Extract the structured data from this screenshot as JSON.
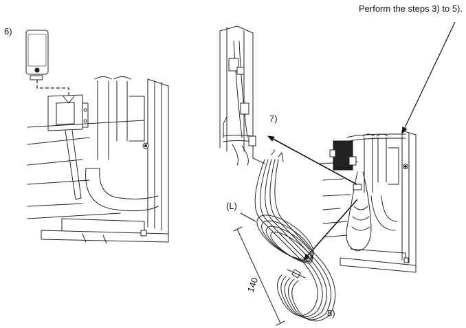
{
  "labels": {
    "step6": "6)",
    "step7": "7)",
    "step8": "8)",
    "note": "Perform the steps 3) to 5).",
    "coil_label": "(L)",
    "dimension": "140"
  }
}
